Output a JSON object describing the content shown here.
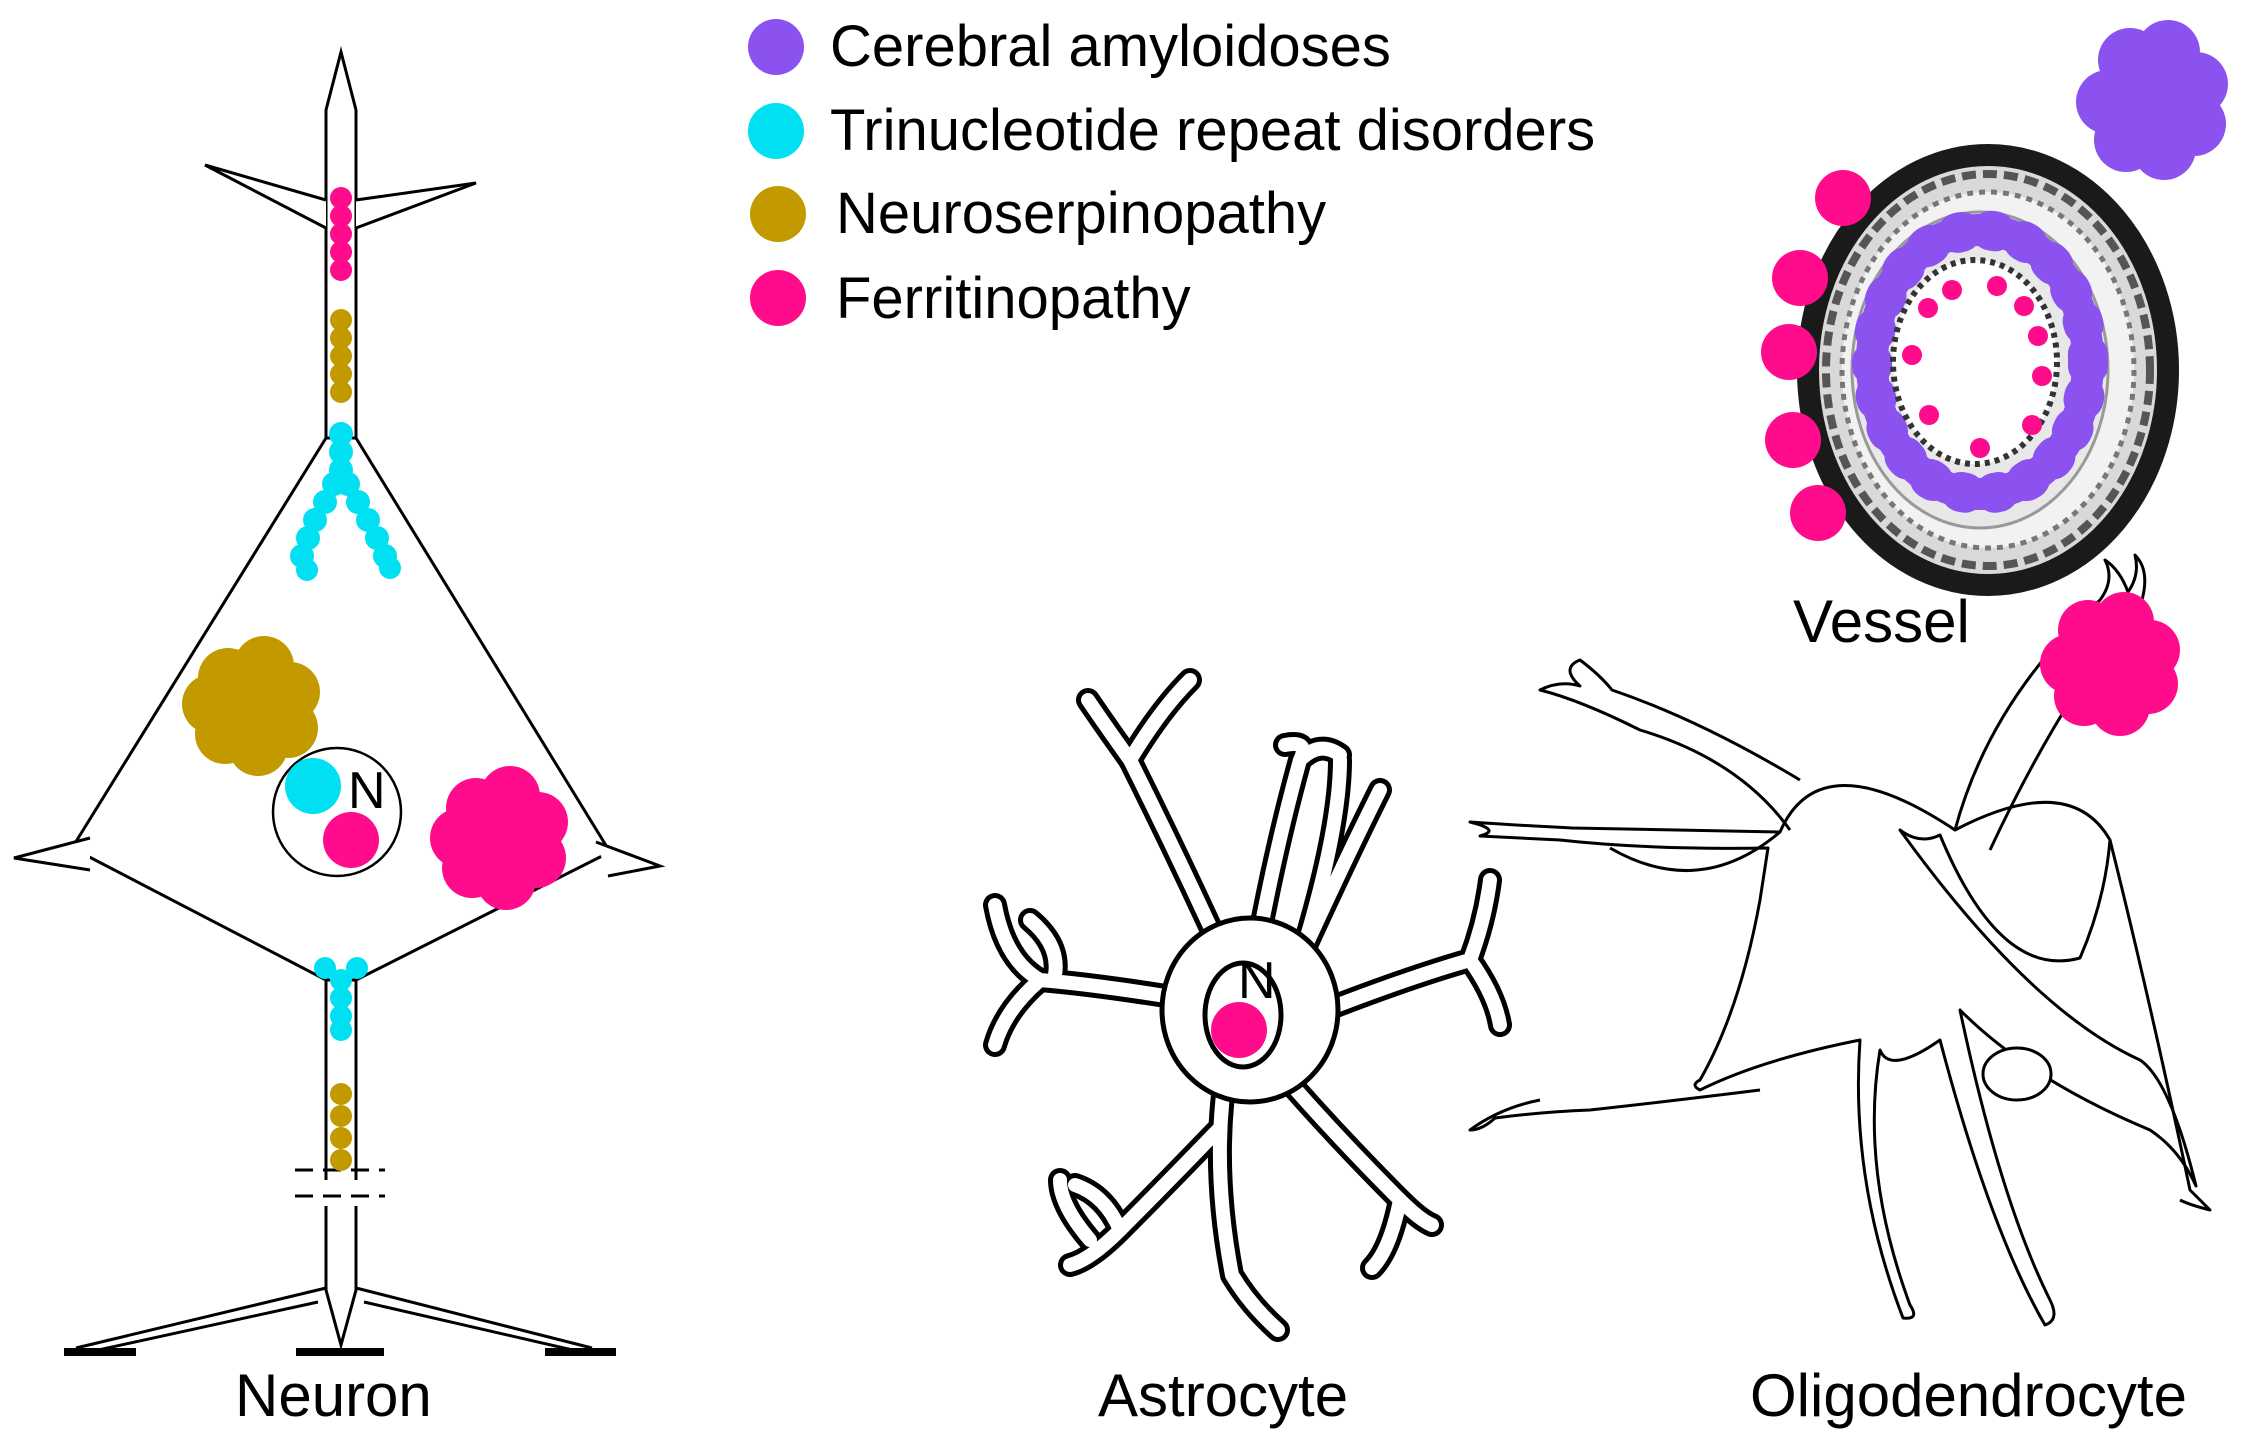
{
  "legend": {
    "items": [
      {
        "label": "Cerebral amyloidoses",
        "color": "#8b52f0"
      },
      {
        "label": "Trinucleotide repeat disorders",
        "color": "#00e0f2"
      },
      {
        "label": "Neuroserpinopathy",
        "color": "#c29a00"
      },
      {
        "label": "Ferritinopathy",
        "color": "#ff0c8c"
      }
    ]
  },
  "cells": {
    "neuron": {
      "label": "Neuron",
      "nucleus_label": "N"
    },
    "astrocyte": {
      "label": "Astrocyte",
      "nucleus_label": "N"
    },
    "oligodendrocyte": {
      "label": "Oligodendrocyte"
    },
    "vessel": {
      "label": "Vessel"
    }
  },
  "colors": {
    "amyloid": "#8b52f0",
    "trinucleotide": "#00e0f2",
    "neuroserpin": "#c29a00",
    "ferritin": "#ff0c8c",
    "outline": "#000000"
  }
}
